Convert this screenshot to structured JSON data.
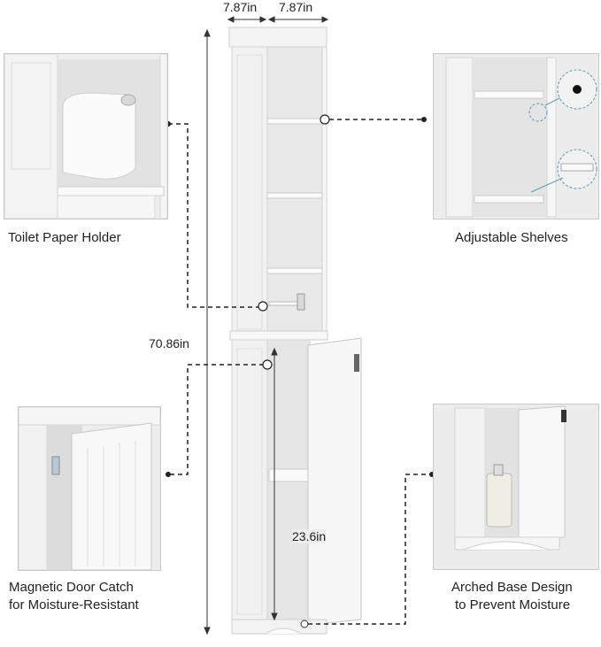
{
  "dimensions": {
    "width_top_left": "7.87in",
    "width_top_right": "7.87in",
    "total_height": "70.86in",
    "cabinet_height": "23.6in"
  },
  "features": {
    "toilet_paper_holder": "Toilet Paper Holder",
    "adjustable_shelves": "Adjustable Shelves",
    "magnetic_door_line1": "Magnetic Door Catch",
    "magnetic_door_line2": "for Moisture-Resistant",
    "arched_base_line1": "Arched Base Design",
    "arched_base_line2": "to Prevent Moisture"
  }
}
